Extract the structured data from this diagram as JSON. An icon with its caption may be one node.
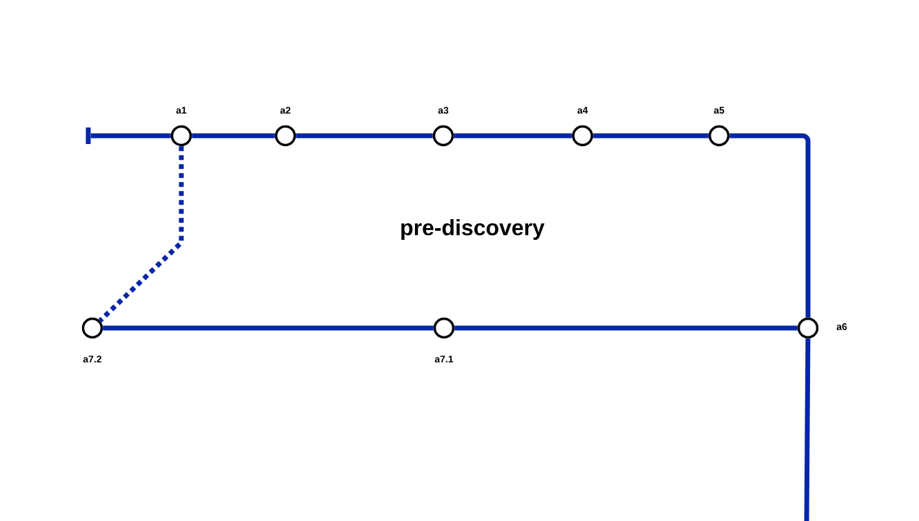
{
  "diagram": {
    "nodes": [
      {
        "text": [],
        "shape": "bar"
      },
      {
        "text": [],
        "shape": "circle",
        "beside": [
          "a1"
        ]
      },
      {
        "text": [],
        "shape": "circle",
        "beside": [
          "a2"
        ]
      },
      {
        "text": [],
        "shape": "circle",
        "beside": [
          "a3"
        ]
      },
      {
        "text": [],
        "shape": "circle",
        "beside": [
          "a4"
        ]
      },
      {
        "text": [],
        "shape": "circle",
        "beside": [
          "a5"
        ]
      },
      {
        "text": [],
        "shape": "circle",
        "beside": [
          "a6"
        ]
      },
      {
        "text": [],
        "shape": "circle",
        "beside": [
          "a7.1"
        ]
      },
      {
        "text": [],
        "shape": "circle",
        "beside": [
          "a7.2"
        ]
      }
    ],
    "edges": [
      {
        "from": 0,
        "to": 1,
        "arrow": "none"
      },
      {
        "from": 1,
        "to": 2,
        "arrow": "none"
      },
      {
        "from": 2,
        "to": 3,
        "arrow": "none"
      },
      {
        "from": 3,
        "to": 4,
        "arrow": "none"
      },
      {
        "from": 4,
        "to": 5,
        "arrow": "none"
      },
      {
        "from": 5,
        "to": 6,
        "arrow": "none"
      },
      {
        "from": 6,
        "to": null,
        "arrow": "none"
      },
      {
        "from": 6,
        "to": 7,
        "arrow": "none"
      },
      {
        "from": 7,
        "to": 8,
        "arrow": "none"
      },
      {
        "from": 1,
        "to": 8,
        "arrow": "none",
        "style": "dashed"
      }
    ],
    "labels": [
      "pre-discovery"
    ]
  }
}
